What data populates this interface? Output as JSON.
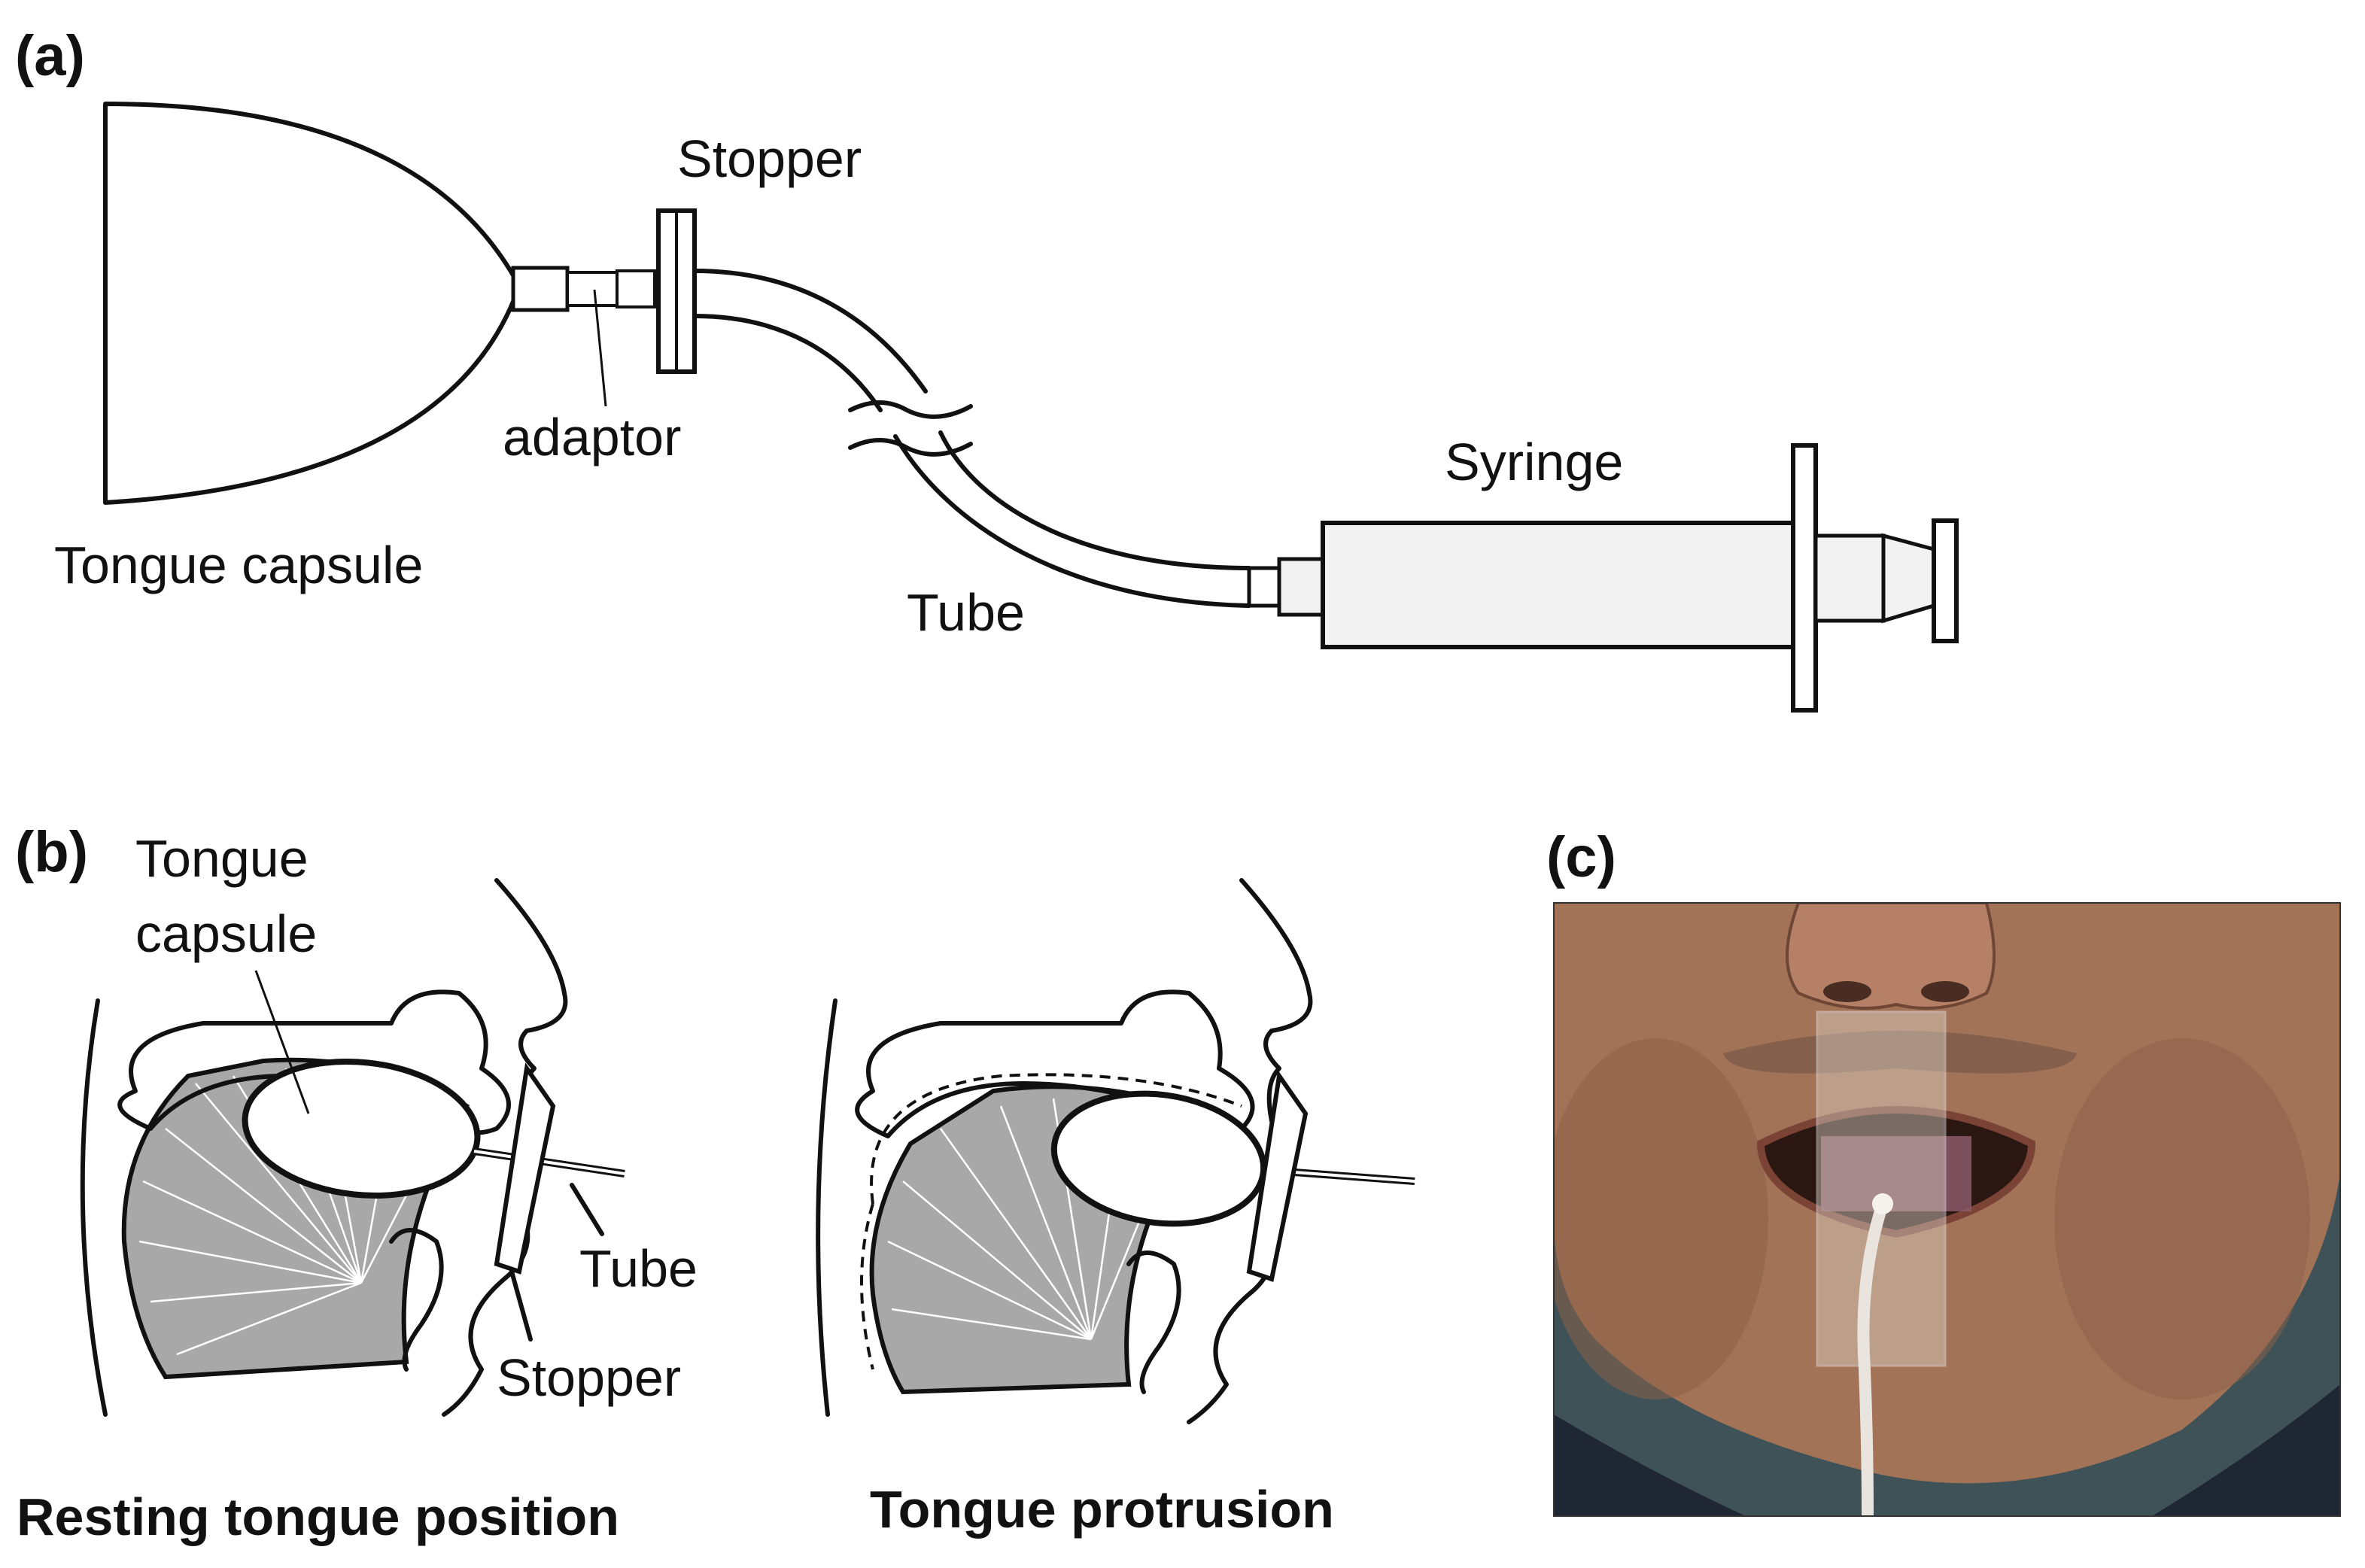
{
  "panels": {
    "a": "(a)",
    "b": "(b)",
    "c": "(c)"
  },
  "panel_a": {
    "stopper": "Stopper",
    "adaptor": "adaptor",
    "tongue_capsule": "Tongue capsule",
    "syringe": "Syringe",
    "tube": "Tube"
  },
  "panel_b": {
    "tongue_capsule_line1": "Tongue",
    "tongue_capsule_line2": "capsule",
    "tube": "Tube",
    "stopper": "Stopper",
    "caption_left": "Resting tongue position",
    "caption_right": "Tongue protrusion"
  },
  "colors": {
    "line": "#111111",
    "tongue_gray": "#a8a8a8",
    "syringe_fill": "#f2f2f2",
    "photo_background": "#3f5257",
    "skin": "#a27356"
  }
}
